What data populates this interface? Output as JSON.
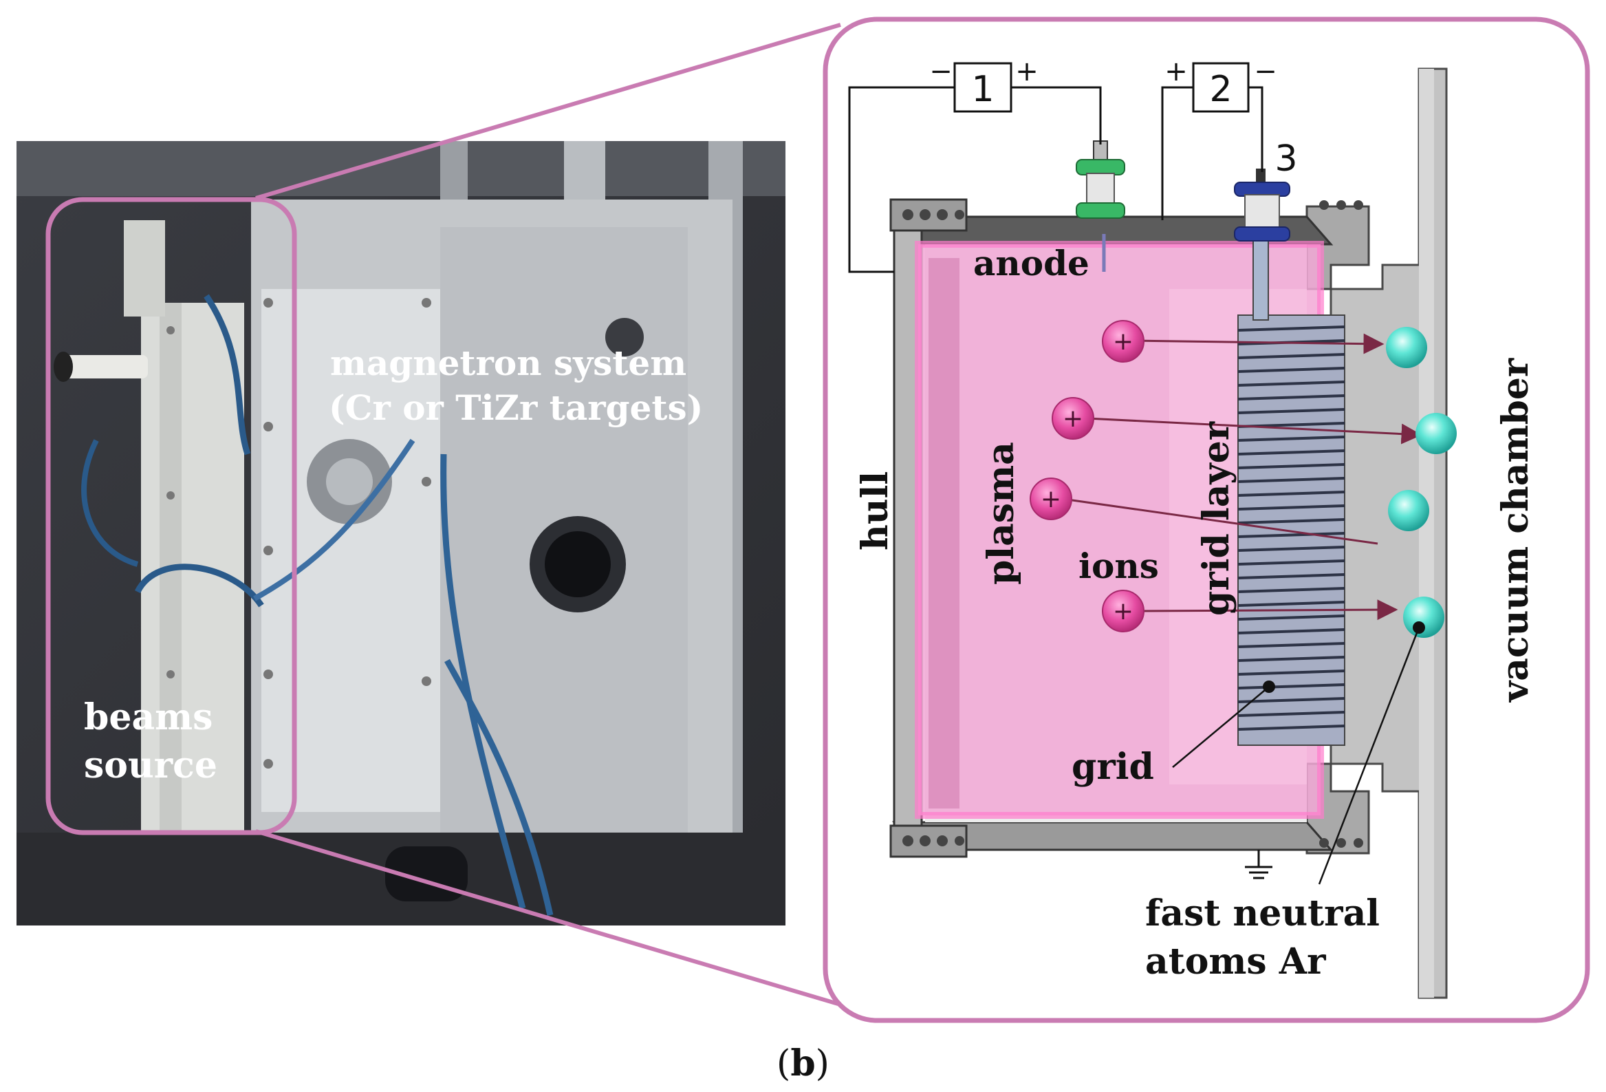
{
  "photo": {
    "labels": {
      "beams_source_line1": "beams",
      "beams_source_line2": "source",
      "magnetron_line1": "magnetron system",
      "magnetron_line2": "(Cr or TiZr targets)"
    }
  },
  "diagram": {
    "power_supply_1": {
      "number": "1",
      "minus": "−",
      "plus": "+"
    },
    "power_supply_2": {
      "number": "2",
      "minus": "−",
      "plus": "+"
    },
    "insulator_number": "3",
    "labels": {
      "anode": "anode",
      "hull": "hull",
      "plasma": "plasma",
      "ions": "ions",
      "grid_layer": "grid layer",
      "vacuum_chamber": "vacuum chamber",
      "grid": "grid",
      "fast_neutral_line1": "fast neutral",
      "fast_neutral_line2": "atoms Ar"
    },
    "ion_symbol": "+"
  },
  "caption": {
    "open": "(",
    "letter": "b",
    "close": ")"
  },
  "colors": {
    "frame": "#c97bb2",
    "plasma": "#f2a8d6",
    "ion": "#e0409a",
    "atom": "#3fd6c8",
    "metal": "#b8b8b8",
    "arrow": "#7a2845"
  }
}
